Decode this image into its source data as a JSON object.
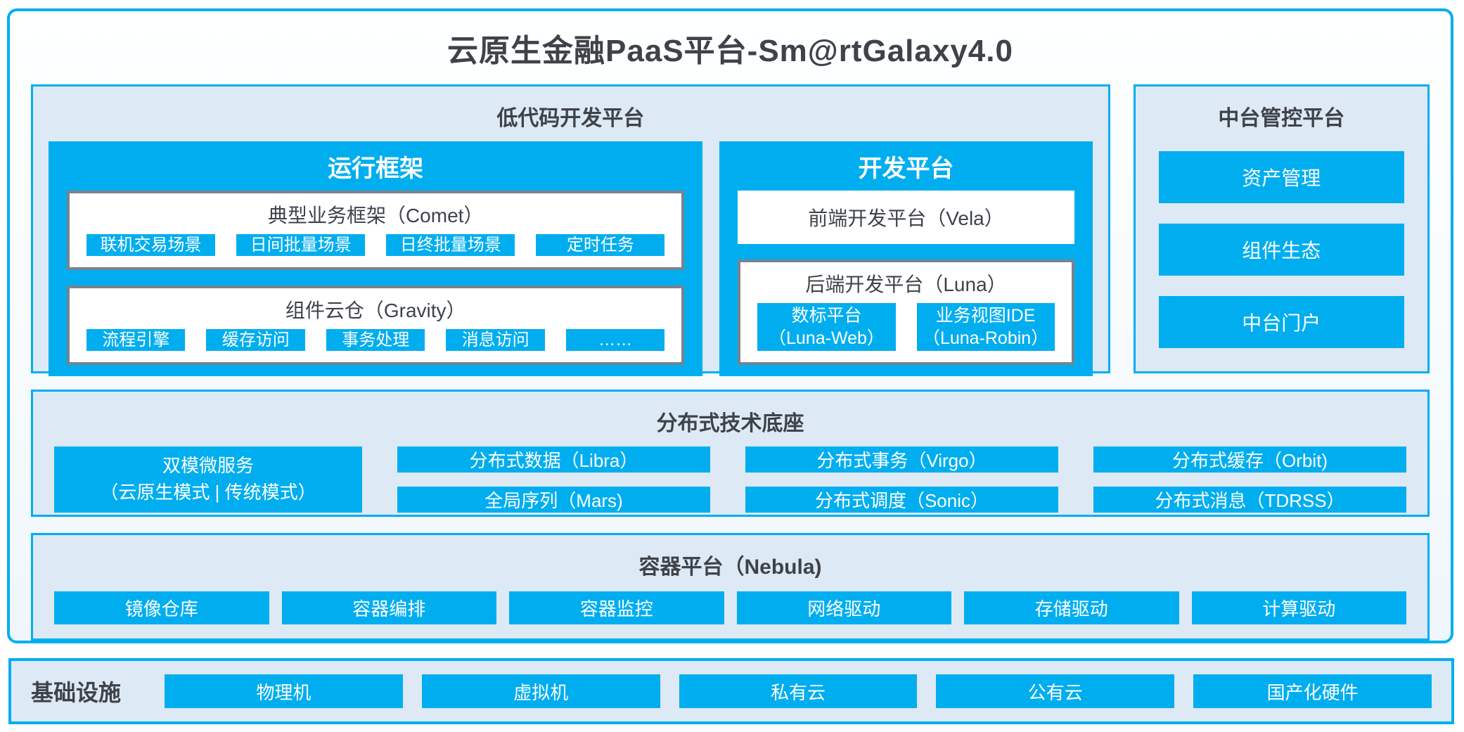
{
  "title": "云原生金融PaaS平台-Sm@rtGalaxy4.0",
  "colors": {
    "accent_blue": "#00aeef",
    "panel_fill": "#dde9f5",
    "gray_border": "#78838f",
    "dark_text": "#3e4349"
  },
  "lowcode": {
    "title": "低代码开发平台",
    "runtime": {
      "title": "运行框架",
      "comet": {
        "title": "典型业务框架（Comet）",
        "items": [
          "联机交易场景",
          "日间批量场景",
          "日终批量场景",
          "定时任务"
        ]
      },
      "gravity": {
        "title": "组件云仓（Gravity）",
        "items": [
          "流程引擎",
          "缓存访问",
          "事务处理",
          "消息访问",
          "……"
        ]
      }
    },
    "dev": {
      "title": "开发平台",
      "frontend": "前端开发平台（Vela）",
      "backend": {
        "title": "后端开发平台（Luna）",
        "items": [
          {
            "line1": "数标平台",
            "line2": "（Luna-Web）"
          },
          {
            "line1": "业务视图IDE",
            "line2": "（Luna-Robin）"
          }
        ]
      }
    }
  },
  "middle_office": {
    "title": "中台管控平台",
    "items": [
      "资产管理",
      "组件生态",
      "中台门户"
    ]
  },
  "distributed": {
    "title": "分布式技术底座",
    "dual_mode": {
      "line1": "双模微服务",
      "line2": "（云原生模式 | 传统模式）"
    },
    "columns": [
      [
        "分布式数据（Libra）",
        "全局序列（Mars)"
      ],
      [
        "分布式事务（Virgo）",
        "分布式调度（Sonic）"
      ],
      [
        "分布式缓存（Orbit)",
        "分布式消息（TDRSS）"
      ]
    ]
  },
  "container_platform": {
    "title": "容器平台（Nebula)",
    "items": [
      "镜像仓库",
      "容器编排",
      "容器监控",
      "网络驱动",
      "存储驱动",
      "计算驱动"
    ]
  },
  "infrastructure": {
    "title": "基础设施",
    "items": [
      "物理机",
      "虚拟机",
      "私有云",
      "公有云",
      "国产化硬件"
    ]
  }
}
